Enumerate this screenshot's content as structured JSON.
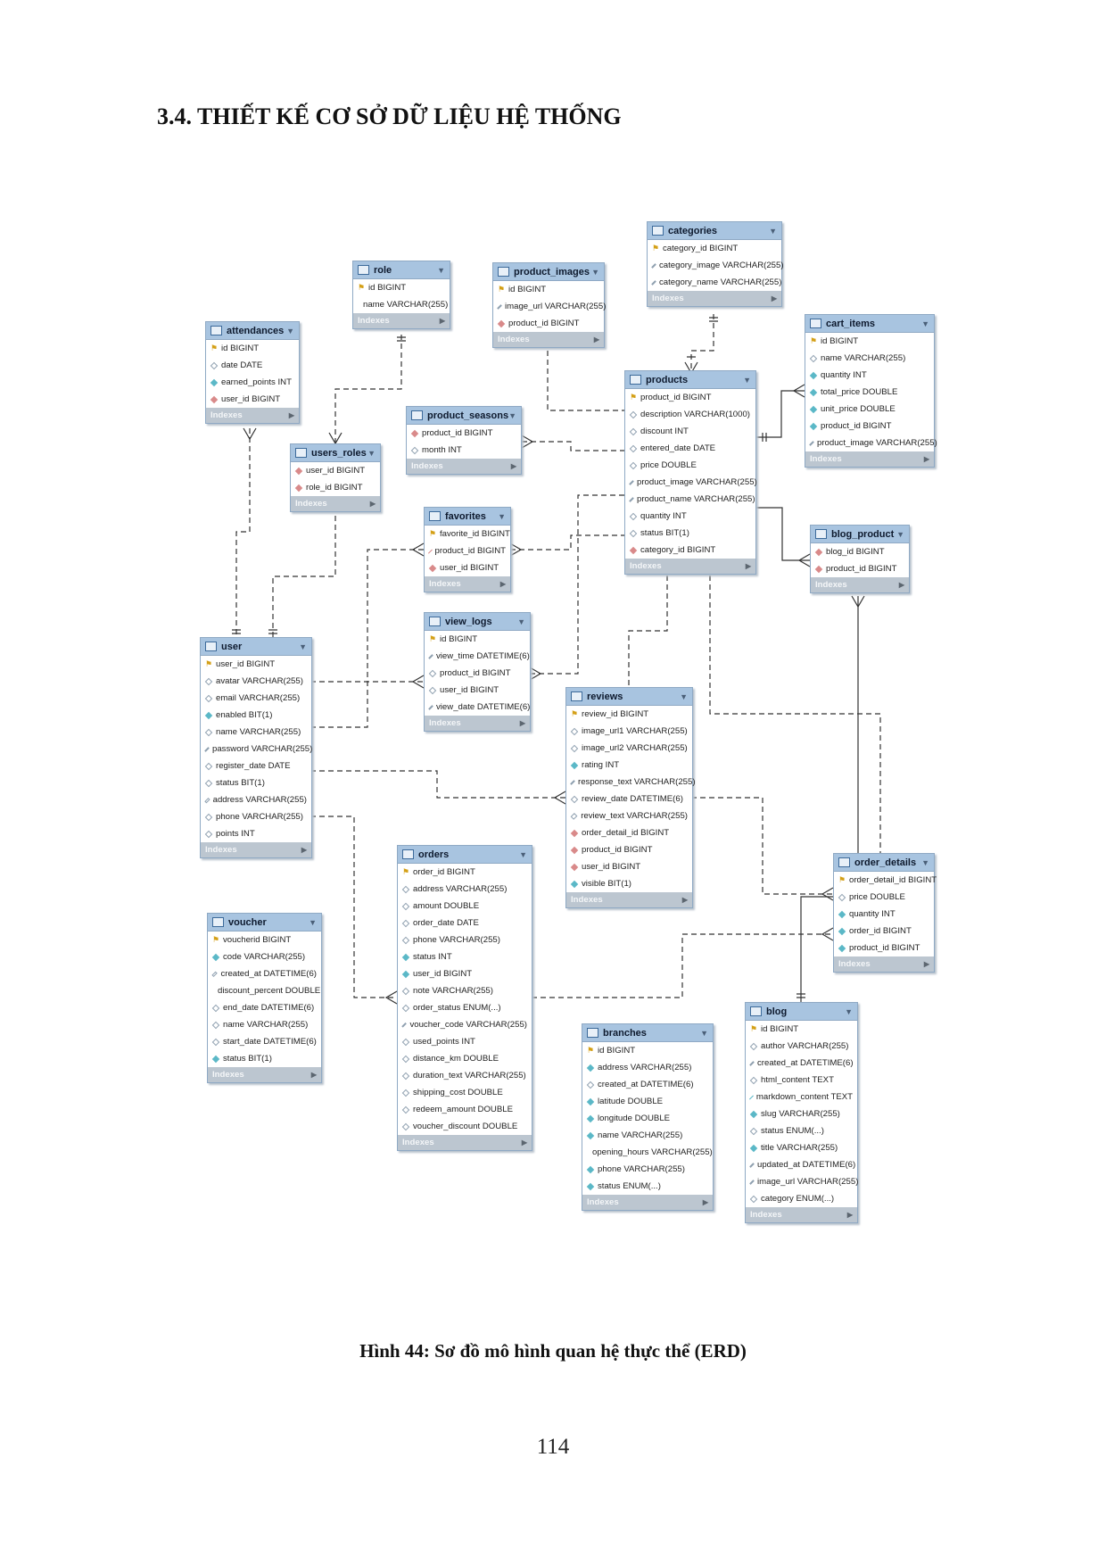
{
  "page": {
    "heading": "3.4. THIẾT KẾ CƠ SỞ DỮ LIỆU HỆ THỐNG",
    "caption": "Hình 44: Sơ đồ mô hình quan hệ thực thể (ERD)",
    "page_number": "114"
  },
  "indexes_label": "Indexes",
  "tables": [
    {
      "name": "categories",
      "columns": [
        {
          "text": "category_id BIGINT",
          "key": "pk"
        },
        {
          "text": "category_image VARCHAR(255)",
          "key": "none"
        },
        {
          "text": "category_name VARCHAR(255)",
          "key": "none"
        }
      ]
    },
    {
      "name": "role",
      "columns": [
        {
          "text": "id BIGINT",
          "key": "pk"
        },
        {
          "text": "name VARCHAR(255)",
          "key": "idx"
        }
      ]
    },
    {
      "name": "product_images",
      "columns": [
        {
          "text": "id BIGINT",
          "key": "pk"
        },
        {
          "text": "image_url VARCHAR(255)",
          "key": "none"
        },
        {
          "text": "product_id BIGINT",
          "key": "fk"
        }
      ]
    },
    {
      "name": "cart_items",
      "columns": [
        {
          "text": "id BIGINT",
          "key": "pk"
        },
        {
          "text": "name VARCHAR(255)",
          "key": "none"
        },
        {
          "text": "quantity INT",
          "key": "idx"
        },
        {
          "text": "total_price DOUBLE",
          "key": "idx"
        },
        {
          "text": "unit_price DOUBLE",
          "key": "idx"
        },
        {
          "text": "product_id BIGINT",
          "key": "idx"
        },
        {
          "text": "product_image VARCHAR(255)",
          "key": "none"
        }
      ]
    },
    {
      "name": "attendances",
      "columns": [
        {
          "text": "id BIGINT",
          "key": "pk"
        },
        {
          "text": "date DATE",
          "key": "none"
        },
        {
          "text": "earned_points INT",
          "key": "idx"
        },
        {
          "text": "user_id BIGINT",
          "key": "fk"
        }
      ]
    },
    {
      "name": "products",
      "columns": [
        {
          "text": "product_id BIGINT",
          "key": "pk"
        },
        {
          "text": "description VARCHAR(1000)",
          "key": "none"
        },
        {
          "text": "discount INT",
          "key": "none"
        },
        {
          "text": "entered_date DATE",
          "key": "none"
        },
        {
          "text": "price DOUBLE",
          "key": "none"
        },
        {
          "text": "product_image VARCHAR(255)",
          "key": "none"
        },
        {
          "text": "product_name VARCHAR(255)",
          "key": "none"
        },
        {
          "text": "quantity INT",
          "key": "none"
        },
        {
          "text": "status BIT(1)",
          "key": "none"
        },
        {
          "text": "category_id BIGINT",
          "key": "fk"
        }
      ]
    },
    {
      "name": "product_seasons",
      "columns": [
        {
          "text": "product_id BIGINT",
          "key": "fk"
        },
        {
          "text": "month INT",
          "key": "none"
        }
      ]
    },
    {
      "name": "users_roles",
      "columns": [
        {
          "text": "user_id BIGINT",
          "key": "fk"
        },
        {
          "text": "role_id BIGINT",
          "key": "fk"
        }
      ]
    },
    {
      "name": "favorites",
      "columns": [
        {
          "text": "favorite_id BIGINT",
          "key": "pk"
        },
        {
          "text": "product_id BIGINT",
          "key": "fk"
        },
        {
          "text": "user_id BIGINT",
          "key": "fk"
        }
      ]
    },
    {
      "name": "blog_product",
      "columns": [
        {
          "text": "blog_id BIGINT",
          "key": "fk"
        },
        {
          "text": "product_id BIGINT",
          "key": "fk"
        }
      ]
    },
    {
      "name": "view_logs",
      "columns": [
        {
          "text": "id BIGINT",
          "key": "pk"
        },
        {
          "text": "view_time DATETIME(6)",
          "key": "none"
        },
        {
          "text": "product_id BIGINT",
          "key": "none"
        },
        {
          "text": "user_id BIGINT",
          "key": "none"
        },
        {
          "text": "view_date DATETIME(6)",
          "key": "none"
        }
      ]
    },
    {
      "name": "user",
      "columns": [
        {
          "text": "user_id BIGINT",
          "key": "pk"
        },
        {
          "text": "avatar VARCHAR(255)",
          "key": "none"
        },
        {
          "text": "email VARCHAR(255)",
          "key": "none"
        },
        {
          "text": "enabled BIT(1)",
          "key": "idx"
        },
        {
          "text": "name VARCHAR(255)",
          "key": "none"
        },
        {
          "text": "password VARCHAR(255)",
          "key": "none"
        },
        {
          "text": "register_date DATE",
          "key": "none"
        },
        {
          "text": "status BIT(1)",
          "key": "none"
        },
        {
          "text": "address VARCHAR(255)",
          "key": "none"
        },
        {
          "text": "phone VARCHAR(255)",
          "key": "none"
        },
        {
          "text": "points INT",
          "key": "none"
        }
      ]
    },
    {
      "name": "reviews",
      "columns": [
        {
          "text": "review_id BIGINT",
          "key": "pk"
        },
        {
          "text": "image_url1 VARCHAR(255)",
          "key": "none"
        },
        {
          "text": "image_url2 VARCHAR(255)",
          "key": "none"
        },
        {
          "text": "rating INT",
          "key": "idx"
        },
        {
          "text": "response_text VARCHAR(255)",
          "key": "none"
        },
        {
          "text": "review_date DATETIME(6)",
          "key": "none"
        },
        {
          "text": "review_text VARCHAR(255)",
          "key": "none"
        },
        {
          "text": "order_detail_id BIGINT",
          "key": "fk"
        },
        {
          "text": "product_id BIGINT",
          "key": "fk"
        },
        {
          "text": "user_id BIGINT",
          "key": "fk"
        },
        {
          "text": "visible BIT(1)",
          "key": "idx"
        }
      ]
    },
    {
      "name": "orders",
      "columns": [
        {
          "text": "order_id BIGINT",
          "key": "pk"
        },
        {
          "text": "address VARCHAR(255)",
          "key": "none"
        },
        {
          "text": "amount DOUBLE",
          "key": "none"
        },
        {
          "text": "order_date DATE",
          "key": "none"
        },
        {
          "text": "phone VARCHAR(255)",
          "key": "none"
        },
        {
          "text": "status INT",
          "key": "idx"
        },
        {
          "text": "user_id BIGINT",
          "key": "idx"
        },
        {
          "text": "note VARCHAR(255)",
          "key": "none"
        },
        {
          "text": "order_status ENUM(...)",
          "key": "none"
        },
        {
          "text": "voucher_code VARCHAR(255)",
          "key": "none"
        },
        {
          "text": "used_points INT",
          "key": "none"
        },
        {
          "text": "distance_km DOUBLE",
          "key": "none"
        },
        {
          "text": "duration_text VARCHAR(255)",
          "key": "none"
        },
        {
          "text": "shipping_cost DOUBLE",
          "key": "none"
        },
        {
          "text": "redeem_amount DOUBLE",
          "key": "none"
        },
        {
          "text": "voucher_discount DOUBLE",
          "key": "none"
        }
      ]
    },
    {
      "name": "order_details",
      "columns": [
        {
          "text": "order_detail_id BIGINT",
          "key": "pk"
        },
        {
          "text": "price DOUBLE",
          "key": "none"
        },
        {
          "text": "quantity INT",
          "key": "idx"
        },
        {
          "text": "order_id BIGINT",
          "key": "idx"
        },
        {
          "text": "product_id BIGINT",
          "key": "idx"
        }
      ]
    },
    {
      "name": "voucher",
      "columns": [
        {
          "text": "voucherid BIGINT",
          "key": "pk"
        },
        {
          "text": "code VARCHAR(255)",
          "key": "idx"
        },
        {
          "text": "created_at DATETIME(6)",
          "key": "none"
        },
        {
          "text": "discount_percent DOUBLE",
          "key": "idx"
        },
        {
          "text": "end_date DATETIME(6)",
          "key": "none"
        },
        {
          "text": "name VARCHAR(255)",
          "key": "none"
        },
        {
          "text": "start_date DATETIME(6)",
          "key": "none"
        },
        {
          "text": "status BIT(1)",
          "key": "idx"
        }
      ]
    },
    {
      "name": "branches",
      "columns": [
        {
          "text": "id BIGINT",
          "key": "pk"
        },
        {
          "text": "address VARCHAR(255)",
          "key": "idx"
        },
        {
          "text": "created_at DATETIME(6)",
          "key": "none"
        },
        {
          "text": "latitude DOUBLE",
          "key": "idx"
        },
        {
          "text": "longitude DOUBLE",
          "key": "idx"
        },
        {
          "text": "name VARCHAR(255)",
          "key": "idx"
        },
        {
          "text": "opening_hours VARCHAR(255)",
          "key": "idx"
        },
        {
          "text": "phone VARCHAR(255)",
          "key": "idx"
        },
        {
          "text": "status ENUM(...)",
          "key": "idx"
        }
      ]
    },
    {
      "name": "blog",
      "columns": [
        {
          "text": "id BIGINT",
          "key": "pk"
        },
        {
          "text": "author VARCHAR(255)",
          "key": "none"
        },
        {
          "text": "created_at DATETIME(6)",
          "key": "none"
        },
        {
          "text": "html_content TEXT",
          "key": "none"
        },
        {
          "text": "markdown_content TEXT",
          "key": "idx"
        },
        {
          "text": "slug VARCHAR(255)",
          "key": "idx"
        },
        {
          "text": "status ENUM(...)",
          "key": "none"
        },
        {
          "text": "title VARCHAR(255)",
          "key": "idx"
        },
        {
          "text": "updated_at DATETIME(6)",
          "key": "none"
        },
        {
          "text": "image_url VARCHAR(255)",
          "key": "none"
        },
        {
          "text": "category ENUM(...)",
          "key": "none"
        }
      ]
    }
  ]
}
